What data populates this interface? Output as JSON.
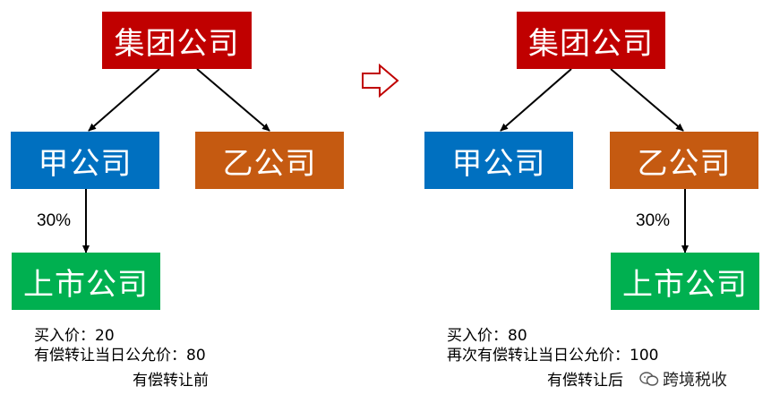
{
  "left": {
    "group": "集团公司",
    "jia": "甲公司",
    "yi": "乙公司",
    "listed": "上市公司",
    "pct": "30%",
    "buy_price": "买入价：20",
    "fair_value": "有偿转让当日公允价：80",
    "caption": "有偿转让前"
  },
  "right": {
    "group": "集团公司",
    "jia": "甲公司",
    "yi": "乙公司",
    "listed": "上市公司",
    "pct": "30%",
    "buy_price": "买入价：80",
    "fair_value": "再次有偿转让当日公允价：100",
    "caption": "有偿转让后"
  },
  "watermark": "跨境税收",
  "colors": {
    "group": "#c00000",
    "jia": "#0070c0",
    "yi": "#c55a11",
    "listed": "#00b050",
    "transition_arrow": "#c00000"
  }
}
